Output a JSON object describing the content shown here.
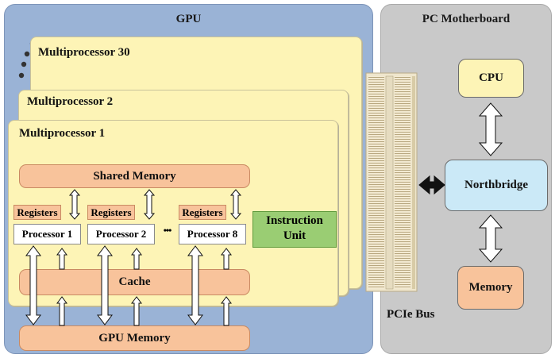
{
  "gpu": {
    "title": "GPU",
    "multiprocessors": [
      "Multiprocessor 30",
      "Multiprocessor 2",
      "Multiprocessor 1"
    ],
    "shared_memory": "Shared Memory",
    "registers": [
      "Registers",
      "Registers",
      "Registers"
    ],
    "processors": [
      "Processor 1",
      "Processor 2",
      "Processor 8"
    ],
    "ellipsis": "•••",
    "instruction_unit": [
      "Instruction",
      "Unit"
    ],
    "cache": "Cache",
    "gpu_memory": "GPU Memory"
  },
  "bus": {
    "label": "PCIe Bus"
  },
  "motherboard": {
    "title": "PC Motherboard",
    "cpu": "CPU",
    "northbridge": "Northbridge",
    "memory": "Memory"
  },
  "colors": {
    "gpu_panel": "#9ab3d6",
    "pc_panel": "#c9c9c9",
    "multiprocessor": "#fdf4b6",
    "memory_blocks": "#f8c39b",
    "instruction_unit": "#9acd73",
    "northbridge": "#cbe9f7"
  }
}
